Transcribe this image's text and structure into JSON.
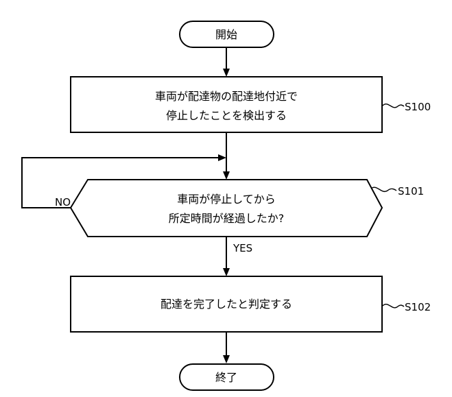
{
  "diagram": {
    "start": {
      "label": "開始"
    },
    "steps": [
      {
        "id": "S100",
        "lines": [
          "車両が配達物の配達地付近で",
          "停止したことを検出する"
        ]
      },
      {
        "id": "S101",
        "lines": [
          "車両が停止してから",
          "所定時間が経過したか?"
        ]
      },
      {
        "id": "S102",
        "lines": [
          "配達を完了したと判定する"
        ]
      }
    ],
    "branches": {
      "no": "NO",
      "yes": "YES"
    },
    "end": {
      "label": "終了"
    }
  },
  "colors": {
    "stroke": "#000000",
    "background": "#ffffff"
  }
}
